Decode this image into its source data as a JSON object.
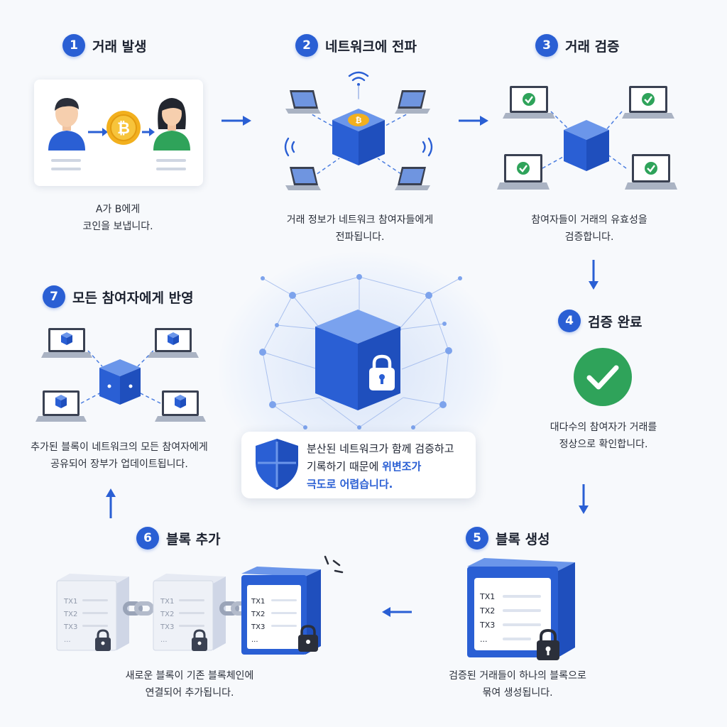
{
  "colors": {
    "accent": "#2a5fd4",
    "success": "#2fa35a",
    "background": "#f7f9fc",
    "coin": "#f2b01e"
  },
  "steps": [
    {
      "number": "1",
      "title": "거래 발생",
      "desc": [
        "A가 B에게",
        "코인을 보냅니다."
      ]
    },
    {
      "number": "2",
      "title": "네트워크에 전파",
      "desc": [
        "거래 정보가 네트워크 참여자들에게",
        "전파됩니다."
      ]
    },
    {
      "number": "3",
      "title": "거래 검증",
      "desc": [
        "참여자들이 거래의 유효성을",
        "검증합니다."
      ]
    },
    {
      "number": "4",
      "title": "검증 완료",
      "desc": [
        "대다수의 참여자가 거래를",
        "정상으로 확인합니다."
      ]
    },
    {
      "number": "5",
      "title": "블록 생성",
      "desc": [
        "검증된 거래들이 하나의 블록으로",
        "묶여 생성됩니다."
      ]
    },
    {
      "number": "6",
      "title": "블록 추가",
      "desc": [
        "새로운 블록이 기존 블록체인에",
        "연결되어 추가됩니다."
      ]
    },
    {
      "number": "7",
      "title": "모든 참여자에게 반영",
      "desc": [
        "추가된 블록이 네트워크의 모든 참여자에게",
        "공유되어 장부가 업데이트됩니다."
      ]
    }
  ],
  "center": {
    "line1": "분산된 네트워크가 함께 검증하고",
    "line2_plain": "기록하기 때문에 ",
    "line2_highlight": "위변조가",
    "line3_highlight": "극도로 어렵습니다."
  },
  "block": {
    "tx_labels": [
      "TX1",
      "TX2",
      "TX3",
      "..."
    ]
  },
  "icons": {
    "coin": "bitcoin-coin-icon",
    "check": "check-circle-icon",
    "lock": "padlock-icon",
    "shield": "shield-icon",
    "laptop": "laptop-icon",
    "chain": "chain-link-icon"
  }
}
